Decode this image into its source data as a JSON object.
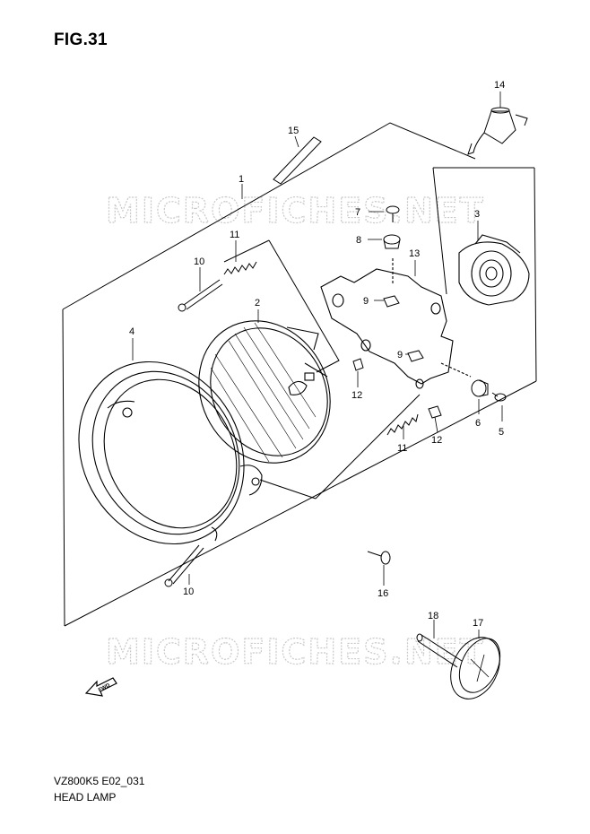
{
  "figure": {
    "title": "FIG.31",
    "model_code": "VZ800K5 E02_031",
    "part_name": "HEAD LAMP"
  },
  "watermark": "MICROFICHES.NET",
  "direction_marker": "FWD",
  "callouts": {
    "c1": "1",
    "c2": "2",
    "c3": "3",
    "c4": "4",
    "c5": "5",
    "c6": "6",
    "c7": "7",
    "c8": "8",
    "c9a": "9",
    "c9b": "9",
    "c10a": "10",
    "c10b": "10",
    "c11a": "11",
    "c11b": "11",
    "c12a": "12",
    "c12b": "12",
    "c13": "13",
    "c14": "14",
    "c15": "15",
    "c16": "16",
    "c17": "17",
    "c18": "18"
  },
  "colors": {
    "line": "#000000",
    "watermark": "#c9c9c9",
    "background": "#ffffff"
  }
}
